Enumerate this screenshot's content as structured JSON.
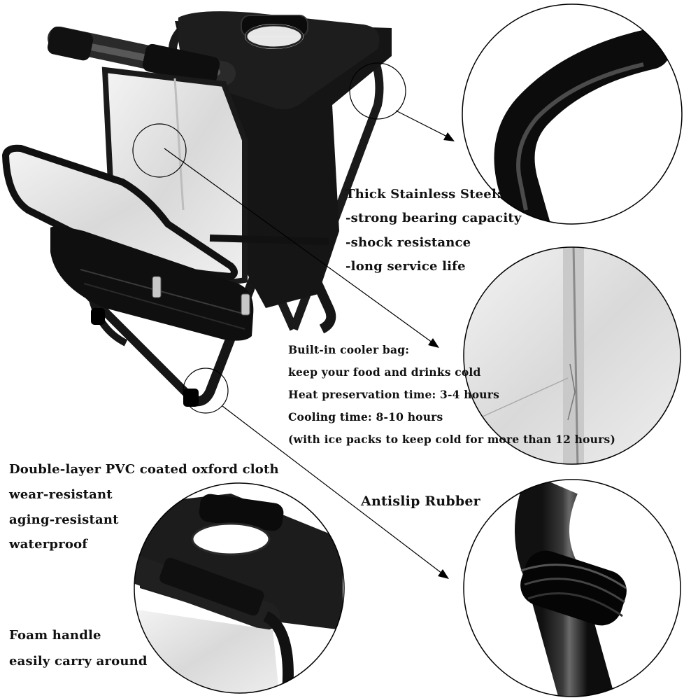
{
  "steel": {
    "heading": "Thick Stainless Steel:",
    "points": [
      "-strong bearing capacity",
      "-shock resistance",
      "-long service life"
    ]
  },
  "cooler": {
    "heading": "Built-in cooler bag:",
    "lines": [
      "keep your food and drinks cold",
      "Heat preservation time: 3-4 hours",
      "Cooling time: 8-10 hours",
      "(with ice packs to keep cold for more than 12 hours)"
    ]
  },
  "cloth": {
    "heading": "Double-layer PVC coated oxford cloth",
    "points": [
      "wear-resistant",
      "aging-resistant",
      "waterproof"
    ]
  },
  "rubber": {
    "heading": "Antislip Rubber"
  },
  "handle": {
    "heading": "Foam handle",
    "line": "easily carry around"
  }
}
